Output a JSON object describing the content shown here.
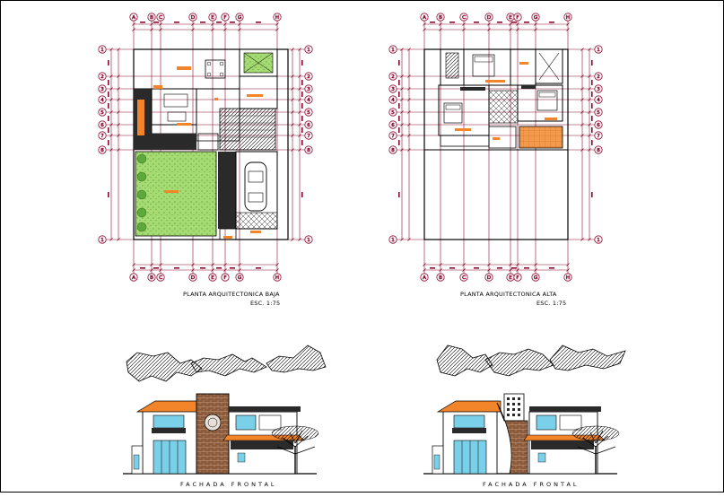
{
  "plans": [
    {
      "title": "PLANTA ARQUITECTONICA BAJA",
      "scale": "ESC. 1:75"
    },
    {
      "title": "PLANTA ARQUITECTONICA ALTA",
      "scale": "ESC. 1:75"
    }
  ],
  "elevations": [
    {
      "title": "FACHADA FRONTAL"
    },
    {
      "title": "FACHADA FRONTAL"
    }
  ],
  "grid_bubbles": {
    "top_letters": [
      "A",
      "B",
      "C",
      "D",
      "E",
      "F",
      "G",
      "H"
    ],
    "side_numbers": [
      "1",
      "2",
      "3",
      "4",
      "5",
      "6",
      "7",
      "8"
    ]
  },
  "colors": {
    "ink": "#000000",
    "dimension": "#8b0a2e",
    "grass": "#9bd36a",
    "orange": "#f2842a",
    "glass": "#7ad0e8",
    "brick": "#8a5a3c",
    "dark_wall": "#2a2a2a"
  }
}
